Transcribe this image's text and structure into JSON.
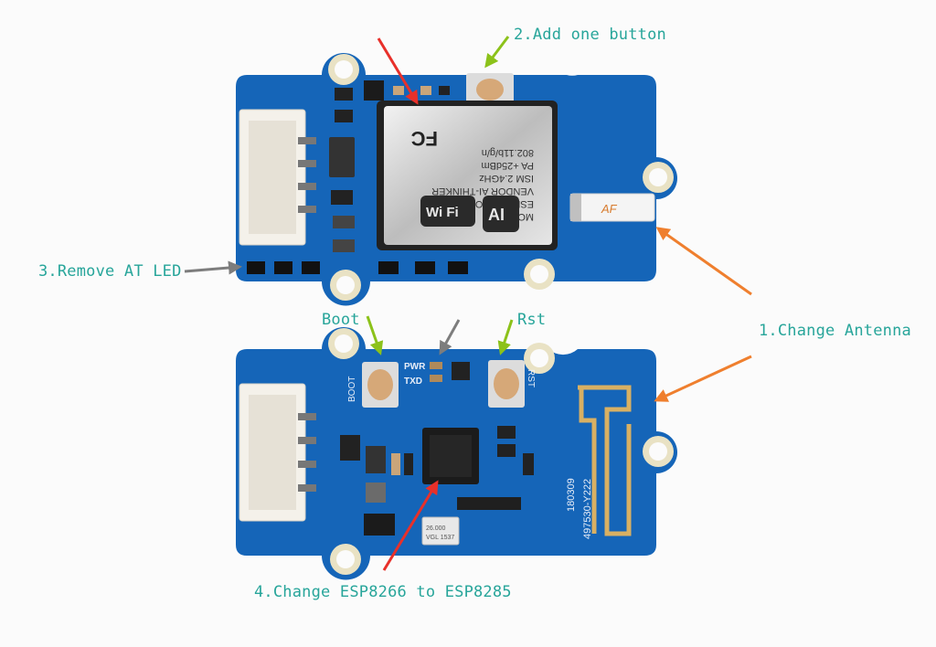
{
  "annotations": {
    "add_button": "2.Add one button",
    "remove_led": "3.Remove AT LED",
    "change_antenna": "1.Change Antenna",
    "boot": "Boot",
    "rst": "Rst",
    "change_chip": "4.Change ESP8266 to ESP8285"
  },
  "module": {
    "ai_logo": "AI",
    "wifi_logo": "Wi Fi",
    "fc_mark": "FC",
    "model_lines": [
      "MODEL",
      "ESP8266MOD",
      "VENDOR  AI-THINKER",
      "ISM 2.4GHz",
      "PA  +25dBm",
      "802.11b/g/n"
    ],
    "antenna_chip": "AF"
  },
  "bottom_board": {
    "silk_boot": "BOOT",
    "silk_rst": "RST",
    "silk_pwr": "PWR",
    "silk_txd": "TXD",
    "silk_date": "180309",
    "silk_part": "497530-Y222",
    "crystal_line1": "26.000",
    "crystal_line2": "VGL 1537"
  },
  "colors": {
    "pcb": "#1565b8",
    "pcb_dark": "#0f4f95",
    "annotation_text": "#27a59a",
    "arrow_red": "#e8302a",
    "arrow_green": "#8cc21a",
    "arrow_orange": "#ef7f2e",
    "arrow_gray": "#7d7d7d"
  }
}
